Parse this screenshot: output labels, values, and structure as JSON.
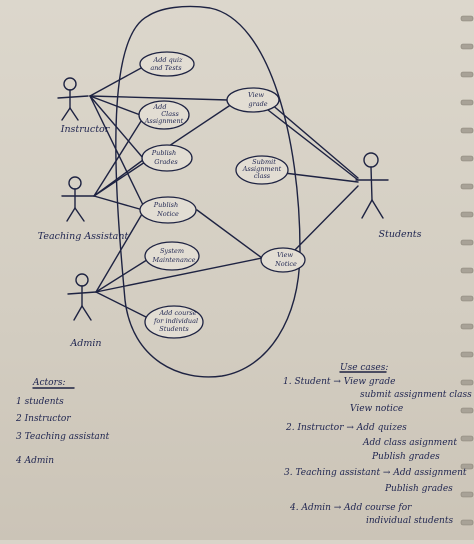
{
  "diagram": {
    "actors": [
      {
        "id": "instructor",
        "label": "Instructor"
      },
      {
        "id": "teaching-assistant",
        "label": "Teaching Assistant"
      },
      {
        "id": "admin",
        "label": "Admin"
      },
      {
        "id": "students",
        "label": "Students"
      }
    ],
    "use_cases": [
      {
        "id": "add-quiz",
        "lines": [
          "Add quiz",
          "and Tests"
        ]
      },
      {
        "id": "add-class-assignment",
        "lines": [
          "Add",
          "Class",
          "Assignment"
        ]
      },
      {
        "id": "publish-grades",
        "lines": [
          "Publish",
          "Grades"
        ]
      },
      {
        "id": "publish-notice",
        "lines": [
          "Publish",
          "Notice"
        ]
      },
      {
        "id": "system-maintenance",
        "lines": [
          "System",
          "Maintenance"
        ]
      },
      {
        "id": "add-course",
        "lines": [
          "Add course",
          "for individual",
          "Students"
        ]
      },
      {
        "id": "view-grade",
        "lines": [
          "View",
          "grade"
        ]
      },
      {
        "id": "submit-assignment",
        "lines": [
          "Submit",
          "Assignment",
          "class"
        ]
      },
      {
        "id": "view-notice",
        "lines": [
          "View",
          "Notice"
        ]
      }
    ]
  },
  "actors_note": {
    "heading": "Actors:",
    "items": [
      "1  students",
      "2  Instructor",
      "3  Teaching assistant",
      "4  Admin"
    ]
  },
  "use_cases_note": {
    "heading": "Use cases:",
    "lines": [
      "1. Student → View grade",
      "submit assignment class",
      "View notice",
      "2. Instructor → Add quizes",
      "Add class asignment",
      "Publish grades",
      "3. Teaching assistant → Add assignment",
      "Publish grades",
      "4. Admin → Add course for",
      "individual students"
    ]
  }
}
